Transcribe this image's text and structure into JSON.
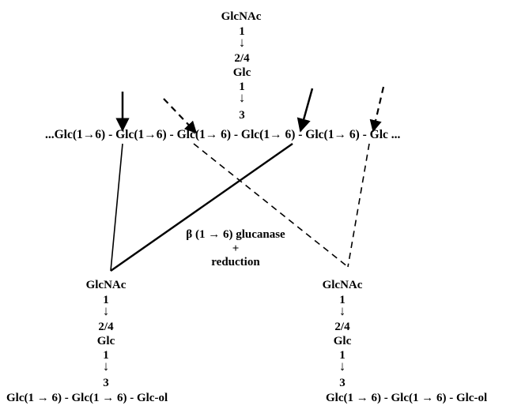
{
  "top_branch": {
    "residue_1": "GlcNAc",
    "link_1": "1",
    "arrow_1": "↓",
    "link_2": "2/4",
    "residue_2": "Glc",
    "link_3": "1",
    "arrow_2": "↓",
    "link_4": "3"
  },
  "main_chain": "...Glc(1→6) - Glc(1→6) - Glc(1→ 6) - Glc(1→ 6) - Glc(1→ 6) - Glc ...",
  "enzyme": {
    "line_1": "β (1 → 6) glucanase",
    "line_2": "+",
    "line_3": "reduction"
  },
  "left_product": {
    "residue_1": "GlcNAc",
    "link_1": "1",
    "arrow_1": "↓",
    "link_2": "2/4",
    "residue_2": "Glc",
    "link_3": "1",
    "arrow_2": "↓",
    "link_4": "3",
    "chain": "Glc(1 → 6) - Glc(1 → 6) - Glc-ol"
  },
  "right_product": {
    "residue_1": "GlcNAc",
    "link_1": "1",
    "arrow_1": "↓",
    "link_2": "2/4",
    "residue_2": "Glc",
    "link_3": "1",
    "arrow_2": "↓",
    "link_4": "3",
    "chain": "Glc(1 → 6) - Glc(1 → 6) - Glc-ol"
  }
}
